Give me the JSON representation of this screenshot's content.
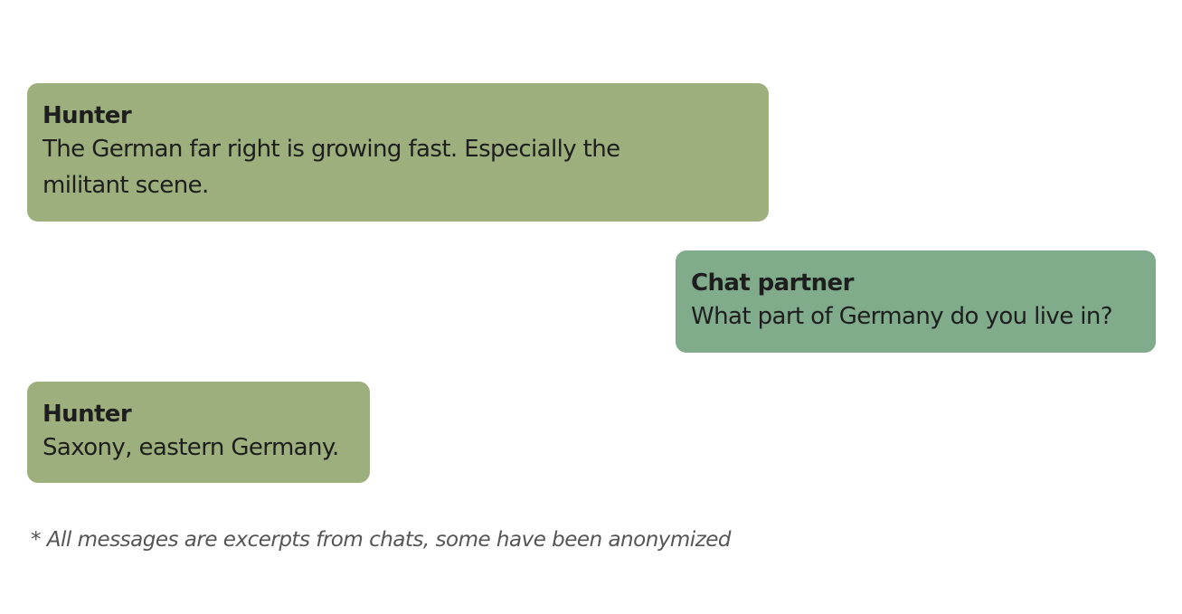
{
  "messages": [
    {
      "sender": "Hunter",
      "text": "The German far right is growing fast. Especially the militant scene.",
      "side": "left",
      "color": "#9caf7c"
    },
    {
      "sender": "Chat partner",
      "text": "What part of Germany do you live in?",
      "side": "right",
      "color": "#80ac8c"
    },
    {
      "sender": "Hunter",
      "text": "Saxony, eastern Germany.",
      "side": "left",
      "color": "#9caf7c"
    }
  ],
  "footnote": "* All messages are excerpts from chats, some have been anonymized"
}
